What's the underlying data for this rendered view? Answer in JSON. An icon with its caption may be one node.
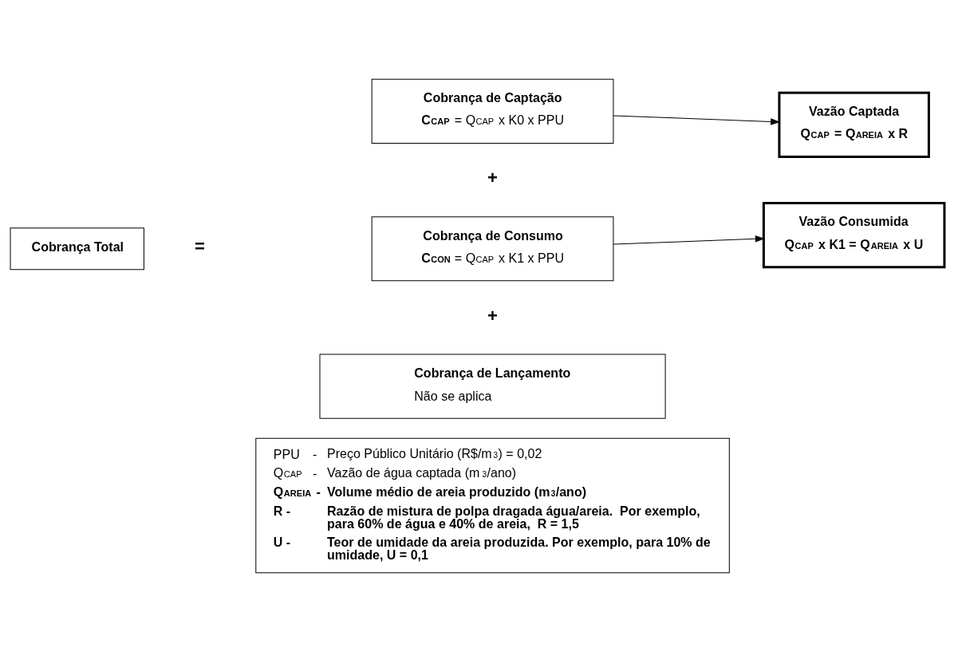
{
  "diagram": {
    "nodes": [
      {
        "text": [
          "Cobrança Total"
        ]
      },
      {
        "text": [
          "Cobrança de Captação",
          "**C$_{CAP}$** = Q$_{CAP}$ x K0 x PPU"
        ]
      },
      {
        "text": [
          "Vazão Captada",
          "Q$_{CAP}$ = Q$_{AREIA}$ x R"
        ]
      },
      {
        "text": [
          "Cobrança de Consumo",
          "**C$_{CON}$** = Q$_{CAP}$ x K1 x PPU"
        ]
      },
      {
        "text": [
          "Vazão Consumida",
          "Q$_{CAP}$ x K1 = Q$_{AREIA}$ x U"
        ]
      },
      {
        "text": [
          "Cobrança de Lançamento",
          "Não se aplica"
        ]
      },
      {
        "text": [
          "PPU",
          "-",
          "Preço Público Unitário (R$/m$^{3}$) = 0,02",
          "Q$_{CAP}$",
          "-",
          "Vazão de água captada (m$^{3}$/ano)",
          "Q$_{AREIA}$ -",
          "Volume médio de areia produzido (m$^{3}$/ano)",
          "R -",
          "Razão de mistura de polpa dragada água/areia.  Por exemplo, para 60% de água e 40% de areia,  R = 1,5",
          "U -",
          "Teor de umidade da areia produzida. Por exemplo, para 10% de umidade, U = 0,1"
        ]
      }
    ],
    "edges": [
      {
        "from": 1,
        "to": 2,
        "arrow": "to"
      },
      {
        "from": 3,
        "to": 4,
        "arrow": "to"
      }
    ],
    "labels": [
      "=",
      "+",
      "+"
    ]
  }
}
